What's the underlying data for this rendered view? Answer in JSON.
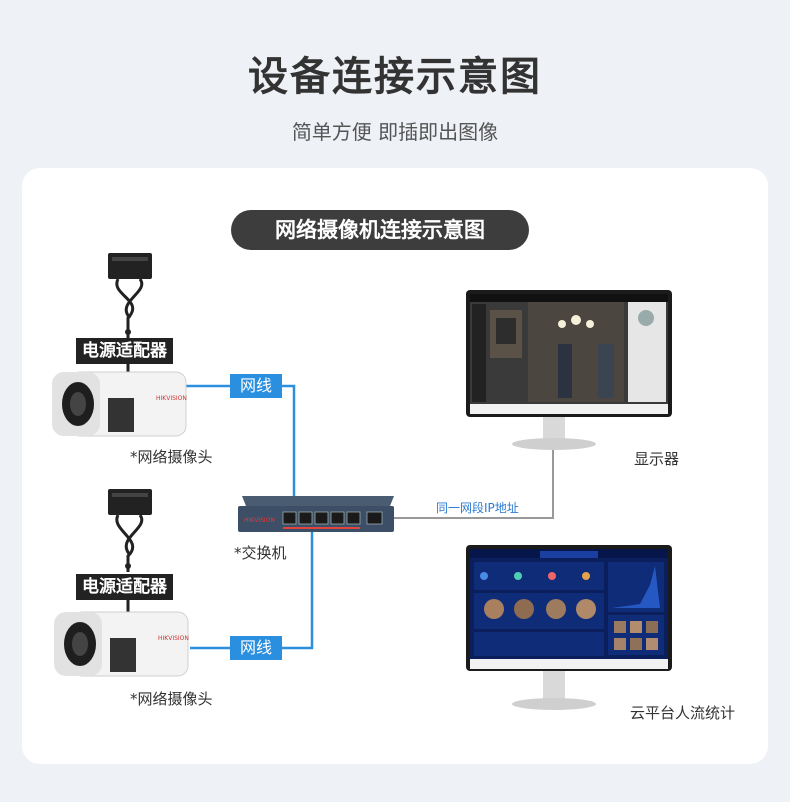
{
  "header": {
    "title": "设备连接示意图",
    "subtitle": "简单方便 即插即出图像"
  },
  "diagram": {
    "title": "网络摄像机连接示意图",
    "adapter_label": "电源适配器",
    "cable_label": "网线",
    "camera_label": "*网络摄像头",
    "switch_label": "*交换机",
    "segment_label": "同一网段IP地址",
    "monitor_label": "显示器",
    "cloud_label": "云平台人流统计"
  },
  "colors": {
    "cable": "#2b8fe0",
    "dark": "#222222",
    "background": "#eef1f6"
  }
}
